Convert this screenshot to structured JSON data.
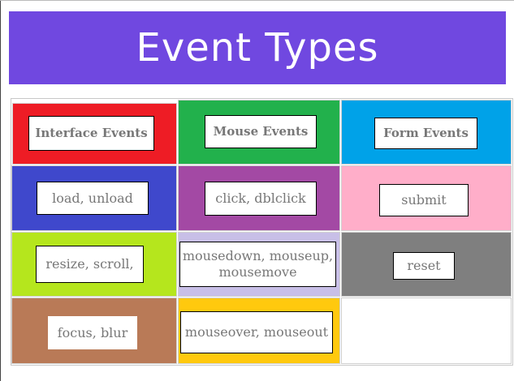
{
  "title": "Event Types",
  "colors": {
    "banner": "#7048e0"
  },
  "cells": [
    {
      "label": "Interface Events",
      "color": "#ee1c25"
    },
    {
      "label": "Mouse Events",
      "color": "#22b14c"
    },
    {
      "label": "Form Events",
      "color": "#00a2e8"
    },
    {
      "label": "load, unload",
      "color": "#3f48cc"
    },
    {
      "label": "click, dblclick",
      "color": "#a349a4"
    },
    {
      "label": "submit",
      "color": "#ffaec9"
    },
    {
      "label": "resize, scroll,",
      "color": "#b5e61d"
    },
    {
      "label": "mousedown, mouseup, mousemove",
      "color": "#c8bfe7"
    },
    {
      "label": "reset",
      "color": "#7f7f7f"
    },
    {
      "label": "focus, blur",
      "color": "#b97a57"
    },
    {
      "label": "mouseover, mouseout",
      "color": "#ffc90e"
    }
  ]
}
